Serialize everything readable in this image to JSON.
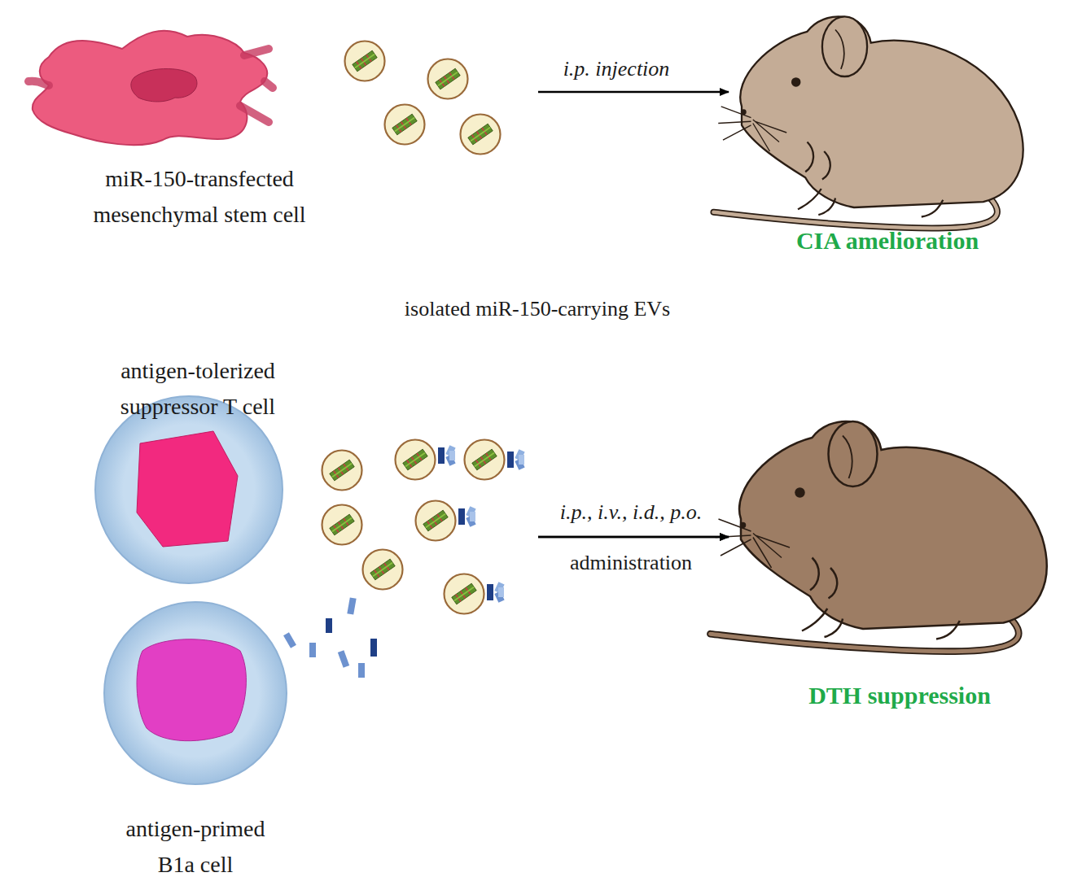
{
  "diagram": {
    "nodes": [
      {
        "text": [
          "miR-150-transfected mesenchymal stem cell"
        ]
      },
      {
        "text": [
          "CIA amelioration"
        ]
      },
      {
        "text": [
          "antigen-tolerized suppressor T cell"
        ]
      },
      {
        "text": [
          "antigen-primed B1a cell"
        ]
      },
      {
        "text": [
          "DTH suppression"
        ]
      }
    ],
    "edges": [
      {
        "from": 0,
        "to": 1,
        "arrow": "to",
        "label": "i.p. injection"
      },
      {
        "from": 2,
        "to": 4,
        "arrow": "to",
        "label": "i.p., i.v., i.d., p.o."
      },
      {
        "from": 3,
        "to": 4,
        "arrow": "to"
      }
    ],
    "labels": [
      "isolated miR-150-carrying EVs",
      "administration"
    ]
  }
}
